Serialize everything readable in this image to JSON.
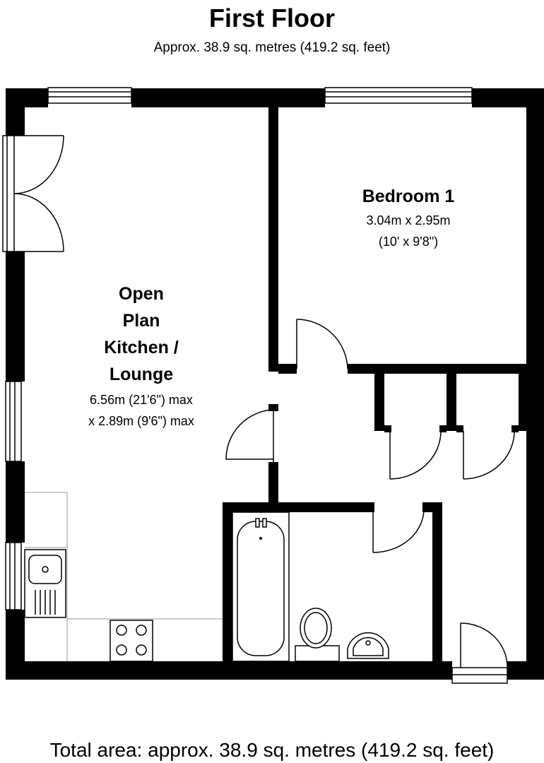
{
  "header": {
    "title": "First Floor",
    "area": "Approx.  38.9 sq. metres (419.2 sq. feet)"
  },
  "rooms": {
    "bedroom": {
      "name": "Bedroom 1",
      "dims_metric": "3.04m x 2.95m",
      "dims_imperial": "(10' x 9'8\")"
    },
    "lounge": {
      "name_lines": [
        "Open",
        "Plan",
        "Kitchen /",
        "Lounge"
      ],
      "dims_line1": "6.56m (21'6\") max",
      "dims_line2": "x 2.89m (9'6\") max"
    }
  },
  "footer": {
    "total_area": "Total area: approx.  38.9 sq. metres (419.2 sq. feet)"
  },
  "colors": {
    "wall": "#000000",
    "background": "#ffffff",
    "counter_outline": "#9a9a9a"
  }
}
